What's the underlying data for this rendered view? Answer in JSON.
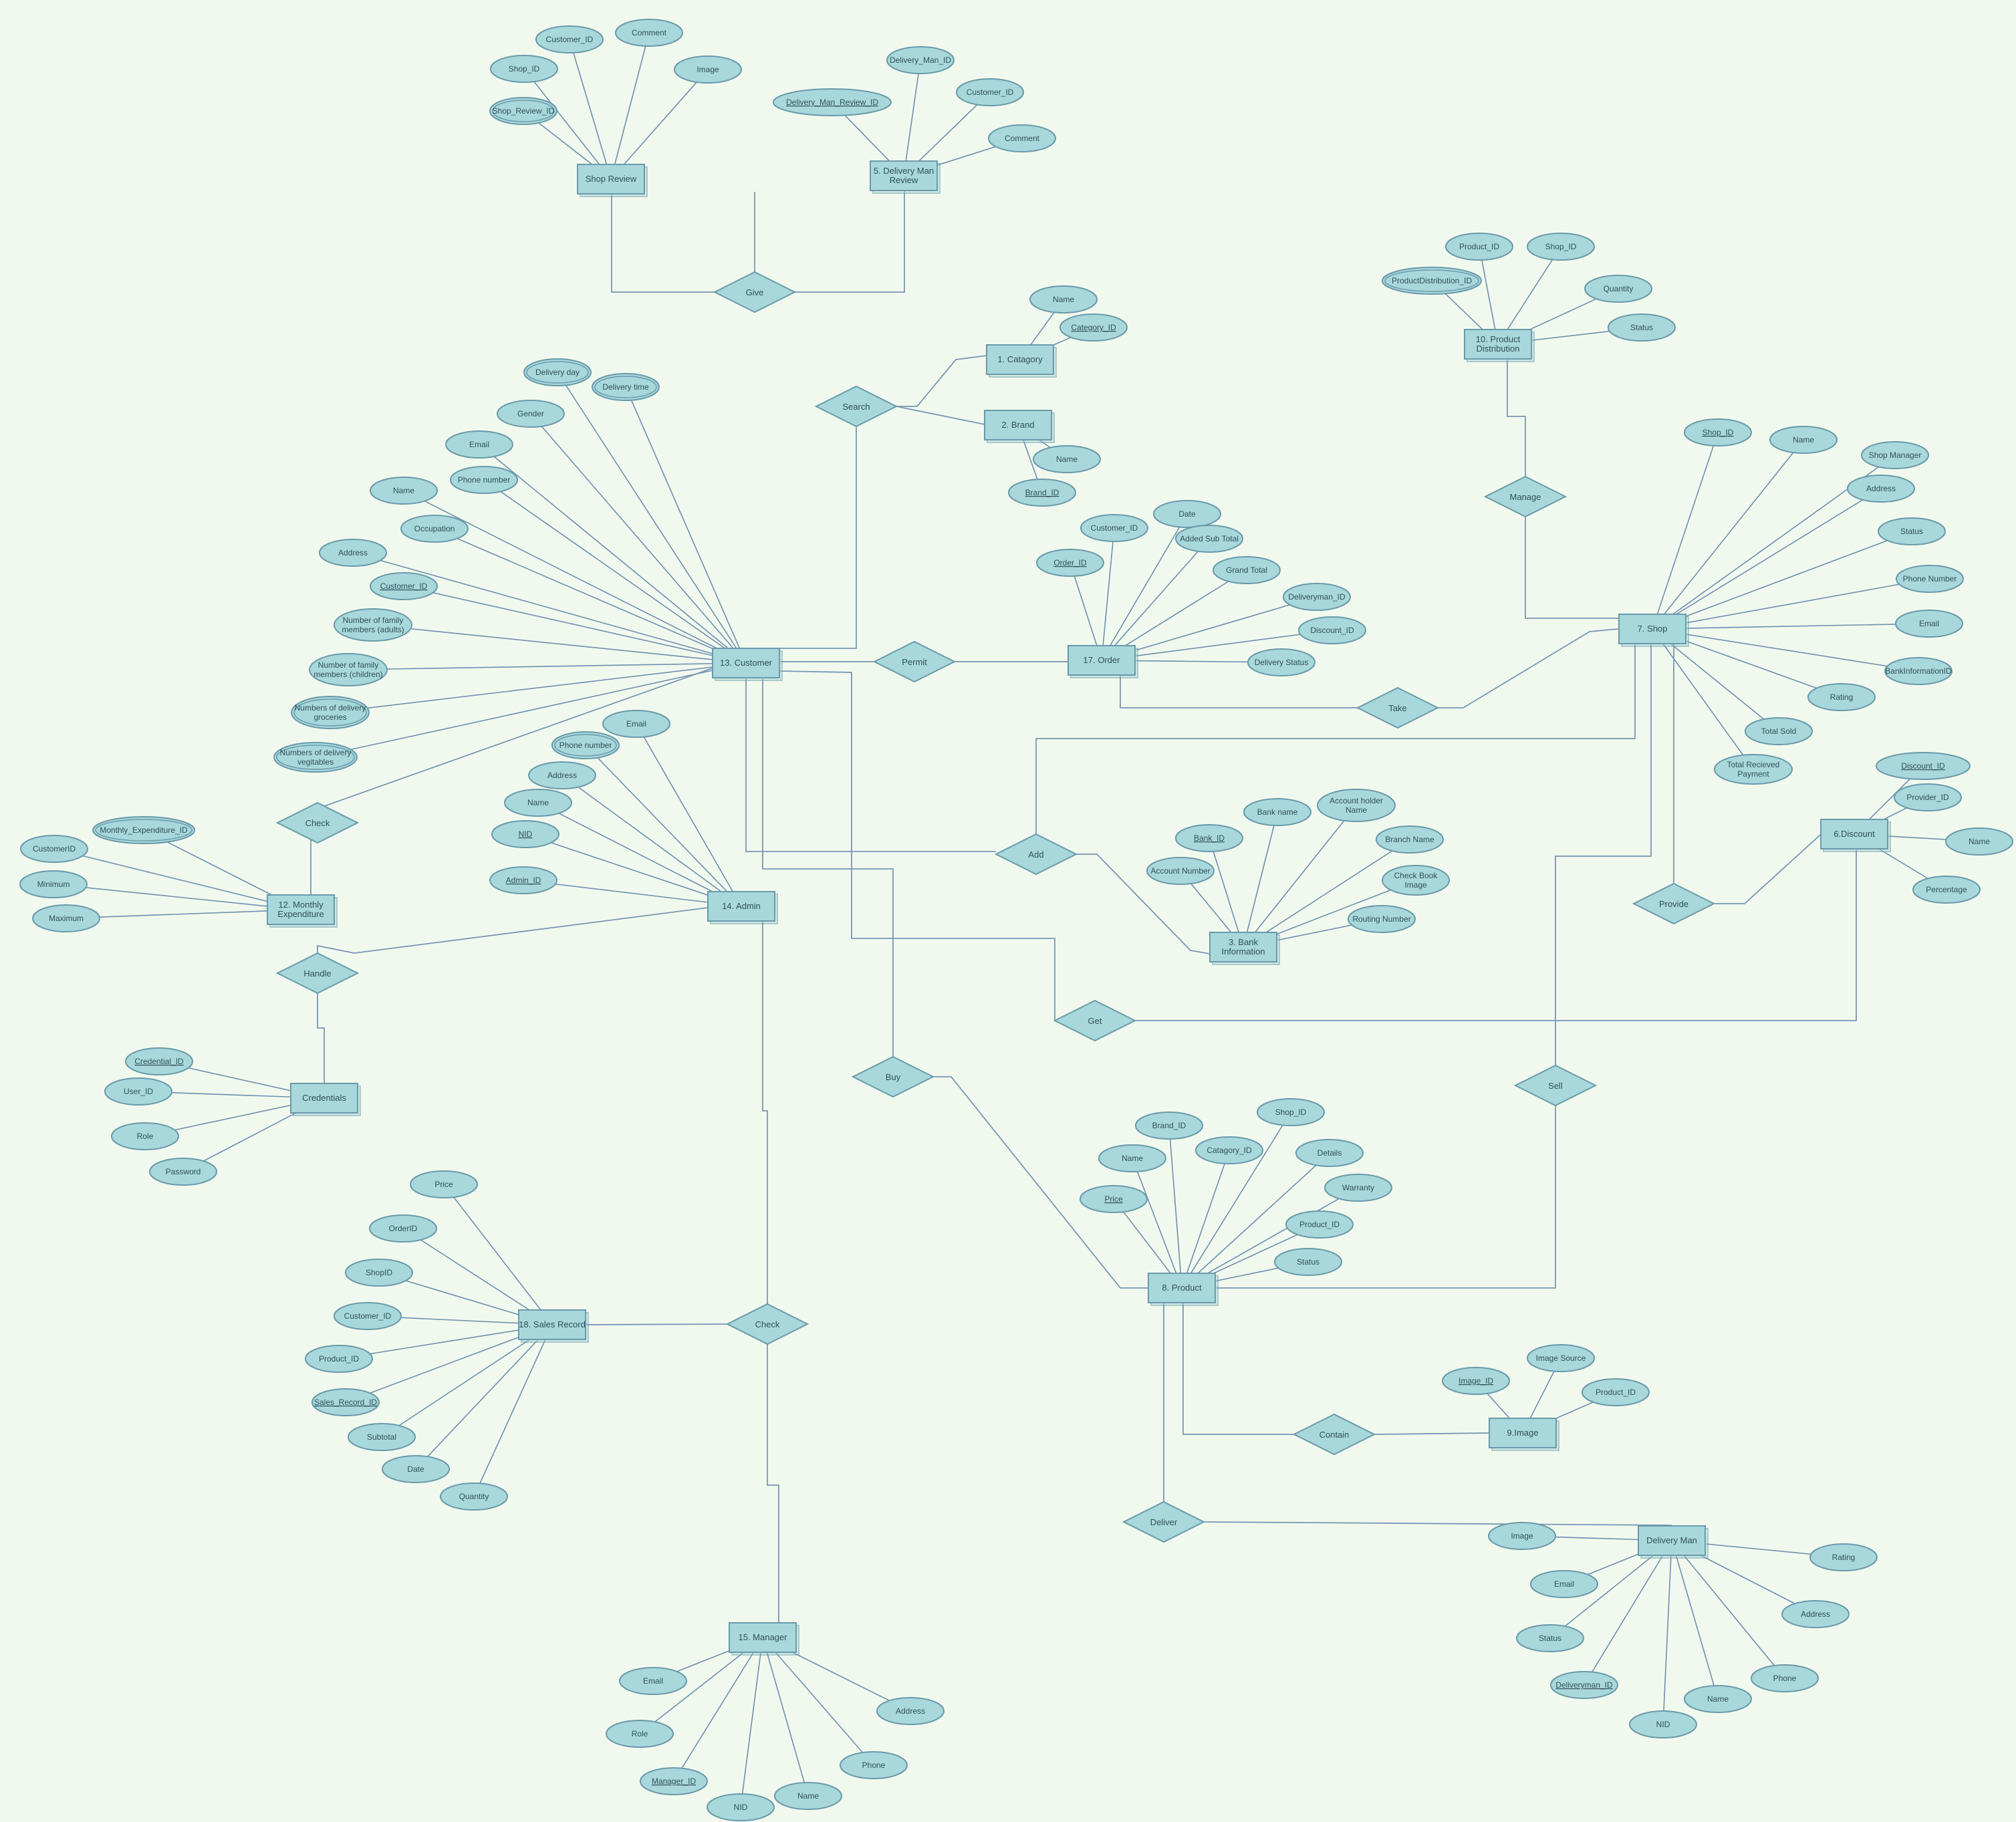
{
  "colors": {
    "background": "#f1f9ee",
    "shape_fill": "#a8d8dc",
    "shape_stroke": "#6a9aaa",
    "line": "#6f8fb0"
  },
  "entities": {
    "shop_review": [
      "Shop Review"
    ],
    "delivery_man_review": [
      "5. Delivery Man",
      "Review"
    ],
    "category": [
      "1. Catagory"
    ],
    "brand": [
      "2. Brand"
    ],
    "product_distribution": [
      "10. Product",
      "Distribution"
    ],
    "customer": [
      "13. Customer"
    ],
    "order": [
      "17. Order"
    ],
    "shop": [
      "7. Shop"
    ],
    "monthly_expenditure": [
      "12. Monthly",
      "Expenditure"
    ],
    "admin": [
      "14. Admin"
    ],
    "bank_information": [
      "3. Bank",
      "Information"
    ],
    "discount": [
      "6.Discount"
    ],
    "credentials": [
      "Credentials"
    ],
    "product": [
      "8. Product"
    ],
    "sales_record": [
      "18. Sales Record"
    ],
    "image": [
      "9.Image"
    ],
    "delivery_man": [
      "Delivery Man"
    ],
    "manager": [
      "15. Manager"
    ]
  },
  "relationships": {
    "give": "Give",
    "search": "Search",
    "manage": "Manage",
    "permit": "Permit",
    "take": "Take",
    "check_customer": "Check",
    "add": "Add",
    "provide": "Provide",
    "handle": "Handle",
    "get": "Get",
    "buy": "Buy",
    "sell": "Sell",
    "check_admin": "Check",
    "contain": "Contain",
    "deliver": "Deliver"
  },
  "attributes": {
    "shop_review": [
      [
        "Shop_Review_ID"
      ],
      [
        "Shop_ID"
      ],
      [
        "Customer_ID"
      ],
      [
        "Comment"
      ],
      [
        "Image"
      ]
    ],
    "delivery_man_review": [
      [
        "Delivery_Man_Review_ID"
      ],
      [
        "Delivery_Man_ID"
      ],
      [
        "Customer_ID"
      ],
      [
        "Comment"
      ]
    ],
    "category": [
      [
        "Name"
      ],
      [
        "Category_ID"
      ]
    ],
    "brand": [
      [
        "Name"
      ],
      [
        "Brand_ID"
      ]
    ],
    "product_distribution": [
      [
        "ProductDistribution_ID"
      ],
      [
        "Product_ID"
      ],
      [
        "Shop_ID"
      ],
      [
        "Quantity"
      ],
      [
        "Status"
      ]
    ],
    "customer": [
      [
        "Delivery day"
      ],
      [
        "Delivery time"
      ],
      [
        "Gender"
      ],
      [
        "Email"
      ],
      [
        "Phone number"
      ],
      [
        "Name"
      ],
      [
        "Occupation"
      ],
      [
        "Address"
      ],
      [
        "Customer_ID"
      ],
      [
        "Number of family",
        "members (adults)"
      ],
      [
        "Number of family",
        "members (children)"
      ],
      [
        "Numbers of delivery",
        "groceries"
      ],
      [
        "Numbers of delivery",
        "vegitables"
      ]
    ],
    "order": [
      [
        "Order_ID"
      ],
      [
        "Customer_ID"
      ],
      [
        "Date"
      ],
      [
        "Added Sub Total"
      ],
      [
        "Grand Total"
      ],
      [
        "Deliveryman_ID"
      ],
      [
        "Discount_ID"
      ],
      [
        "Delivery Status"
      ]
    ],
    "shop": [
      [
        "Shop_ID"
      ],
      [
        "Name"
      ],
      [
        "Shop Manager"
      ],
      [
        "Address"
      ],
      [
        "Status"
      ],
      [
        "Phone Number"
      ],
      [
        "Email"
      ],
      [
        "BankInformationID"
      ],
      [
        "Rating"
      ],
      [
        "Total Sold"
      ],
      [
        "Total Recieved",
        "Payment"
      ]
    ],
    "monthly_expenditure": [
      [
        "Monthly_Expenditure_ID"
      ],
      [
        "CustomerID"
      ],
      [
        "Minimum"
      ],
      [
        "Maximum"
      ]
    ],
    "admin": [
      [
        "Email"
      ],
      [
        "Phone number"
      ],
      [
        "Address"
      ],
      [
        "Name"
      ],
      [
        "NID"
      ],
      [
        "Admin_ID"
      ]
    ],
    "bank_information": [
      [
        "Bank name"
      ],
      [
        "Account holder",
        "Name"
      ],
      [
        "Bank_ID"
      ],
      [
        "Branch Name"
      ],
      [
        "Account Number"
      ],
      [
        "Check Book",
        "Image"
      ],
      [
        "Routing Number"
      ]
    ],
    "discount": [
      [
        "Discount_ID"
      ],
      [
        "Provider_ID"
      ],
      [
        "Name"
      ],
      [
        "Percentage"
      ]
    ],
    "credentials": [
      [
        "Credential_ID"
      ],
      [
        "User_ID"
      ],
      [
        "Role"
      ],
      [
        "Password"
      ]
    ],
    "product": [
      [
        "Brand_ID"
      ],
      [
        "Shop_ID"
      ],
      [
        "Name"
      ],
      [
        "Catagory_ID"
      ],
      [
        "Details"
      ],
      [
        "Warranty"
      ],
      [
        "Product_ID"
      ],
      [
        "Price"
      ],
      [
        "Status"
      ]
    ],
    "sales_record": [
      [
        "Price"
      ],
      [
        "OrderID"
      ],
      [
        "ShopID"
      ],
      [
        "Customer_ID"
      ],
      [
        "Product_ID"
      ],
      [
        "Sales_Record_ID"
      ],
      [
        "Subtotal"
      ],
      [
        "Date"
      ],
      [
        "Quantity"
      ]
    ],
    "image": [
      [
        "Image Source"
      ],
      [
        "Image_ID"
      ],
      [
        "Product_ID"
      ]
    ],
    "delivery_man": [
      [
        "Image"
      ],
      [
        "Rating"
      ],
      [
        "Email"
      ],
      [
        "Address"
      ],
      [
        "Status"
      ],
      [
        "Phone"
      ],
      [
        "Deliveryman_ID"
      ],
      [
        "Name"
      ],
      [
        "NID"
      ]
    ],
    "manager": [
      [
        "Email"
      ],
      [
        "Address"
      ],
      [
        "Role"
      ],
      [
        "Phone"
      ],
      [
        "Manager_ID"
      ],
      [
        "Name"
      ],
      [
        "NID"
      ]
    ]
  }
}
